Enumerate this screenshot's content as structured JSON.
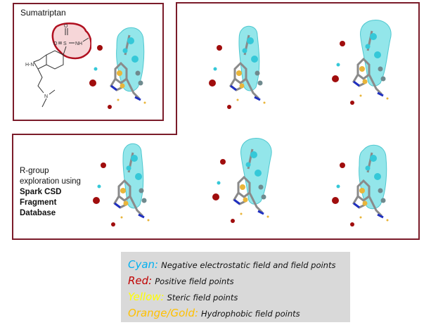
{
  "panels": {
    "top_left_title": "Sumatriptan",
    "exploration_text": {
      "line1": "R-group",
      "line2": "exploration  using",
      "line3": "Spark CSD",
      "line4": "Fragment",
      "line5": "Database"
    }
  },
  "structure_labels": {
    "o1": "O",
    "o2": "O",
    "s": "S",
    "nh": "NH",
    "hn": "H-N",
    "n": "N"
  },
  "legend": {
    "items": [
      {
        "key": "Cyan:",
        "desc": "Negative electrostatic field and field points",
        "color": "#00b0f0"
      },
      {
        "key": "Red:",
        "desc": "Positive field points",
        "color": "#c00000"
      },
      {
        "key": "Yellow:",
        "desc": "Steric field points",
        "color": "#ffff00"
      },
      {
        "key": "Orange/Gold:",
        "desc": "Hydrophobic field points",
        "color": "#ffc000"
      }
    ]
  },
  "colors": {
    "frame": "#7b1c2a",
    "field_cyan": "#6fdde3",
    "positive_red": "#a00d0d",
    "hydrophobic_gold": "#e9b53a"
  }
}
